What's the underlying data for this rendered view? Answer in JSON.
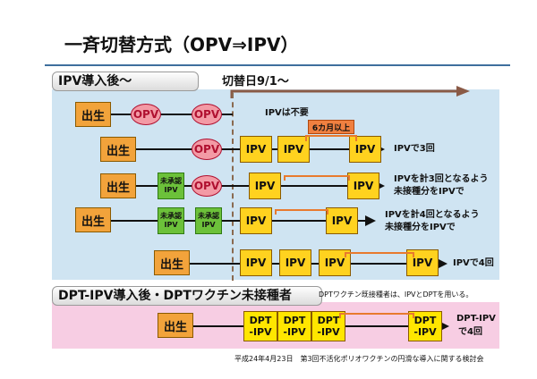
{
  "title": "一斉切替方式（OPV⇒IPV）",
  "section_ipv": "IPV導入後～",
  "section_dpt": "DPT-IPV導入後・DPTワクチン未接種者",
  "switch_label": "切替日9/1～",
  "birth": "出生",
  "opv": "OPV",
  "ipv": "IPV",
  "unvaccinated_line1": "未承認",
  "unvaccinated_line2": "IPV",
  "six_months": "6カ月以上",
  "dpt_line1": "DPT",
  "dpt_line2": "-IPV",
  "notes": {
    "row1": "IPVは不要",
    "row2": "IPVで3回",
    "row3_l1": "IPVを計3回となるよう",
    "row3_l2": "未接種分をIPVで",
    "row4_l1": "IPVを計4回となるよう",
    "row4_l2": "未接種分をIPVで",
    "row5": "IPVで4回",
    "row6_l1": "DPT-IPV",
    "row6_l2": "で4回",
    "dpt_note": "DPTワクチン既接種者は、IPVとDPTを用いる。"
  },
  "footer": "平成24年4月23日　第3回不活化ポリオワクチンの円滑な導入に関する検討会",
  "colors": {
    "blue_panel": "#cfe4f2",
    "pink_panel": "#f7cde3",
    "arrow_brown": "#8a5a46",
    "bracket_orange": "#e87a2e"
  }
}
